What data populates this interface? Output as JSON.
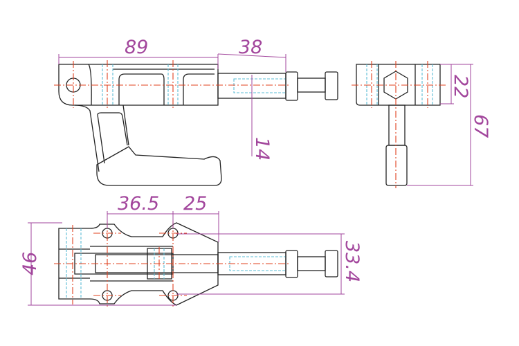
{
  "colors": {
    "outline": "#222222",
    "centerline": "#e0401e",
    "hidden": "#5bbcd6",
    "dimension": "#a2469c"
  },
  "dimensions": {
    "side_length": "89",
    "plunger_stroke": "38",
    "rod_offset": "14",
    "end_height": "22",
    "total_height": "67",
    "hole_pitch": "36.5",
    "front_offset": "25",
    "base_width": "46",
    "hole_spacing": "33.4"
  }
}
